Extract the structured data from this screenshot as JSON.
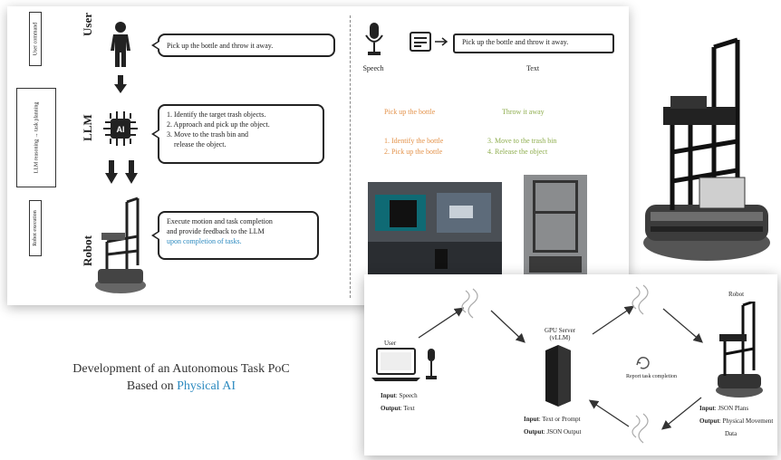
{
  "main_panel": {
    "rows": {
      "user": "User",
      "llm": "LLM",
      "robot": "Robot"
    },
    "side_boxes": {
      "user": "User command",
      "llm": "LLM reasoning → task planning",
      "robot": "Robot execution"
    },
    "bubbles": {
      "user": "Pick up the bottle and throw it away.",
      "llm_lines": [
        "1. Identify the target trash objects.",
        "2. Approach and pick up the object.",
        "3. Move to the trash bin and",
        "   release the object."
      ],
      "robot_lines": [
        "Execute motion and task completion",
        "and provide feedback to the LLM",
        "upon completion of tasks."
      ]
    },
    "right": {
      "command_box": "Pick up the bottle and throw it away.",
      "speech_label": "Speech",
      "text_label": "Text",
      "col1_head": "Pick up the bottle",
      "col2_head": "Throw it away",
      "col1_steps": [
        "1. Identify the bottle",
        "2. Pick up the bottle"
      ],
      "col2_steps": [
        "3. Move to the trash bin",
        "4. Release the object"
      ]
    }
  },
  "title": {
    "line1": "Development of an Autonomous Task PoC",
    "line2_prefix": "Based on ",
    "line2_highlight": "Physical AI"
  },
  "network": {
    "user_label": "User",
    "user_input_key": "Input",
    "user_input_val": "Speech",
    "user_output_key": "Output",
    "user_output_val": "Text",
    "server_label": "GPU Server (vLLM)",
    "server_input_key": "Input",
    "server_input_val": "Text or Prompt",
    "server_output_key": "Output",
    "server_output_val": "JSON Output",
    "robot_label": "Robot",
    "robot_input_key": "Input",
    "robot_input_val": "JSON Plans",
    "robot_output_key": "Output",
    "robot_output_val": "Physical Movement",
    "robot_output_val2": "Data",
    "feedback_label": "Report task completion"
  },
  "colors": {
    "accent_blue": "#2e8bc0",
    "orange": "#e3924a",
    "green": "#8fae4f"
  }
}
